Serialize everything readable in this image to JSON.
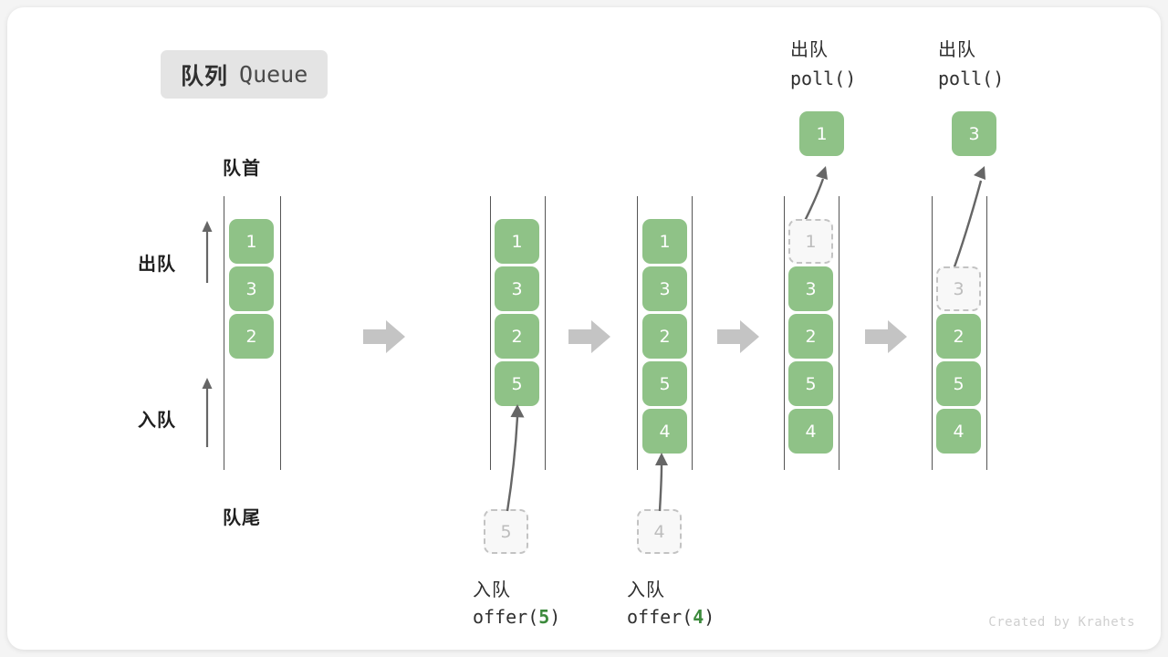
{
  "title": {
    "cn": "队列",
    "en": "Queue"
  },
  "labels": {
    "front": "队首",
    "rear": "队尾",
    "dequeue": "出队",
    "enqueue": "入队"
  },
  "footer": "Created by Krahets",
  "colors": {
    "item_fill": "#8fc287",
    "item_text": "#ffffff",
    "ghost_fill": "#f8f8f8",
    "ghost_border": "#c3c3c3",
    "ghost_text": "#bdbdbd",
    "rail": "#555555",
    "step_arrow": "#c4c4c4",
    "curve_arrow": "#666666",
    "accent_green": "#3c8a3c",
    "badge_bg": "#e4e4e4",
    "card_bg": "#ffffff",
    "page_bg": "#f4f4f4"
  },
  "steps": [
    {
      "id": "initial",
      "items": [
        "1",
        "3",
        "2"
      ],
      "ghost_top": null,
      "op_cn": null,
      "op_code": null,
      "op_arg": null,
      "result": null
    },
    {
      "id": "offer-5",
      "items": [
        "1",
        "3",
        "2",
        "5"
      ],
      "ghost_bottom": "5",
      "op_cn": "入队",
      "op_code_prefix": "offer(",
      "op_arg": "5",
      "op_code_suffix": ")",
      "result": null
    },
    {
      "id": "offer-4",
      "items": [
        "1",
        "3",
        "2",
        "5",
        "4"
      ],
      "ghost_bottom": "4",
      "op_cn": "入队",
      "op_code_prefix": "offer(",
      "op_arg": "4",
      "op_code_suffix": ")",
      "result": null
    },
    {
      "id": "poll-1",
      "ghost_top": "1",
      "items": [
        "3",
        "2",
        "5",
        "4"
      ],
      "op_cn": "出队",
      "op_code_prefix": "poll(",
      "op_arg": "",
      "op_code_suffix": ")",
      "result": "1"
    },
    {
      "id": "poll-3",
      "ghost_top": "3",
      "items": [
        "2",
        "5",
        "4"
      ],
      "op_cn": "出队",
      "op_code_prefix": "poll(",
      "op_arg": "",
      "op_code_suffix": ")",
      "result": "3"
    }
  ],
  "step_labels": {
    "offer5_cn": "入队",
    "offer5_code_a": "offer(",
    "offer5_code_b": "5",
    "offer5_code_c": ")",
    "offer4_cn": "入队",
    "offer4_code_a": "offer(",
    "offer4_code_b": "4",
    "offer4_code_c": ")",
    "poll1_cn": "出队",
    "poll1_code": "poll()",
    "poll2_cn": "出队",
    "poll2_code": "poll()"
  },
  "cells": {
    "c1": [
      "1",
      "3",
      "2"
    ],
    "c2": [
      "1",
      "3",
      "2",
      "5"
    ],
    "c3": [
      "1",
      "3",
      "2",
      "5",
      "4"
    ],
    "c4_ghost": "1",
    "c4": [
      "3",
      "2",
      "5",
      "4"
    ],
    "c5_ghost": "3",
    "c5": [
      "2",
      "5",
      "4"
    ],
    "ghost5": "5",
    "ghost4": "4",
    "result1": "1",
    "result3": "3"
  }
}
